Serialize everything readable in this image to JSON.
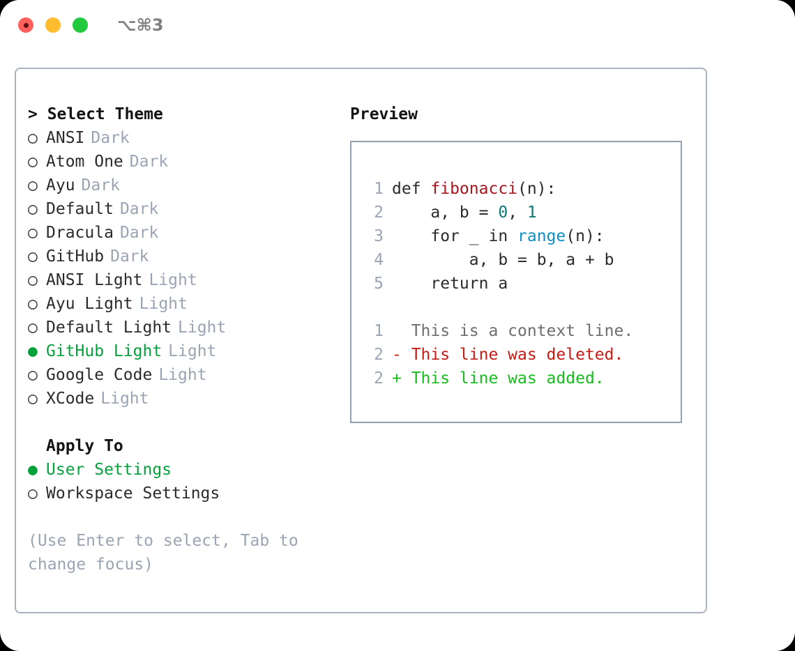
{
  "window": {
    "title": "⌥⌘3",
    "traffic_lights": [
      "close-red",
      "minimize-yellow",
      "maximize-green"
    ]
  },
  "theme_list": {
    "header": "> Select Theme",
    "selected_marker": "●",
    "unselected_marker": "○",
    "items": [
      {
        "marker": "○",
        "label": "ANSI",
        "variant": "Dark",
        "selected": false
      },
      {
        "marker": "○",
        "label": "Atom One",
        "variant": "Dark",
        "selected": false
      },
      {
        "marker": "○",
        "label": "Ayu",
        "variant": "Dark",
        "selected": false
      },
      {
        "marker": "○",
        "label": "Default",
        "variant": "Dark",
        "selected": false
      },
      {
        "marker": "○",
        "label": "Dracula",
        "variant": "Dark",
        "selected": false
      },
      {
        "marker": "○",
        "label": "GitHub",
        "variant": "Dark",
        "selected": false
      },
      {
        "marker": "○",
        "label": "ANSI Light",
        "variant": "Light",
        "selected": false
      },
      {
        "marker": "○",
        "label": "Ayu Light",
        "variant": "Light",
        "selected": false
      },
      {
        "marker": "○",
        "label": "Default Light",
        "variant": "Light",
        "selected": false
      },
      {
        "marker": "●",
        "label": "GitHub Light",
        "variant": "Light",
        "selected": true
      },
      {
        "marker": "○",
        "label": "Google Code",
        "variant": "Light",
        "selected": false
      },
      {
        "marker": "○",
        "label": "XCode",
        "variant": "Light",
        "selected": false
      }
    ]
  },
  "apply_to": {
    "header": "Apply To",
    "items": [
      {
        "marker": "●",
        "label": "User Settings",
        "selected": true
      },
      {
        "marker": "○",
        "label": "Workspace Settings",
        "selected": false
      }
    ]
  },
  "hint": "(Use Enter to select, Tab to change focus)",
  "preview": {
    "title": "Preview",
    "code_lines": [
      {
        "no": "1",
        "tokens": [
          {
            "t": "def ",
            "c": "plain"
          },
          {
            "t": "fibonacci",
            "c": "fn"
          },
          {
            "t": "(n):",
            "c": "plain"
          }
        ]
      },
      {
        "no": "2",
        "tokens": [
          {
            "t": "    a, b = ",
            "c": "plain"
          },
          {
            "t": "0",
            "c": "num"
          },
          {
            "t": ", ",
            "c": "plain"
          },
          {
            "t": "1",
            "c": "num"
          }
        ]
      },
      {
        "no": "3",
        "tokens": [
          {
            "t": "    for _ in ",
            "c": "plain"
          },
          {
            "t": "range",
            "c": "builtin"
          },
          {
            "t": "(n):",
            "c": "plain"
          }
        ]
      },
      {
        "no": "4",
        "tokens": [
          {
            "t": "        a, b = b, a + b",
            "c": "plain"
          }
        ]
      },
      {
        "no": "5",
        "tokens": [
          {
            "t": "    return a",
            "c": "plain"
          }
        ]
      }
    ],
    "diff_lines": [
      {
        "no": "1",
        "text": "  This is a context line.",
        "kind": "ctx"
      },
      {
        "no": "2",
        "text": "- This line was deleted.",
        "kind": "del"
      },
      {
        "no": "2",
        "text": "+ This line was added.",
        "kind": "add"
      }
    ]
  },
  "colors": {
    "accent_green": "#05a13c",
    "muted_gray": "#9aa4b2",
    "text": "#2b2b2b",
    "panel_border": "#aab2bd",
    "preview_border": "#93a0b0",
    "syntax_function": "#a81720",
    "syntax_number": "#0c7a73",
    "syntax_builtin": "#0f8fc4",
    "diff_deleted": "#c51c16",
    "diff_added": "#16bd1d",
    "diff_context": "#6e6e6e",
    "traffic_red": "#ff605c",
    "traffic_yellow": "#febc2e",
    "traffic_green": "#23ca40"
  }
}
